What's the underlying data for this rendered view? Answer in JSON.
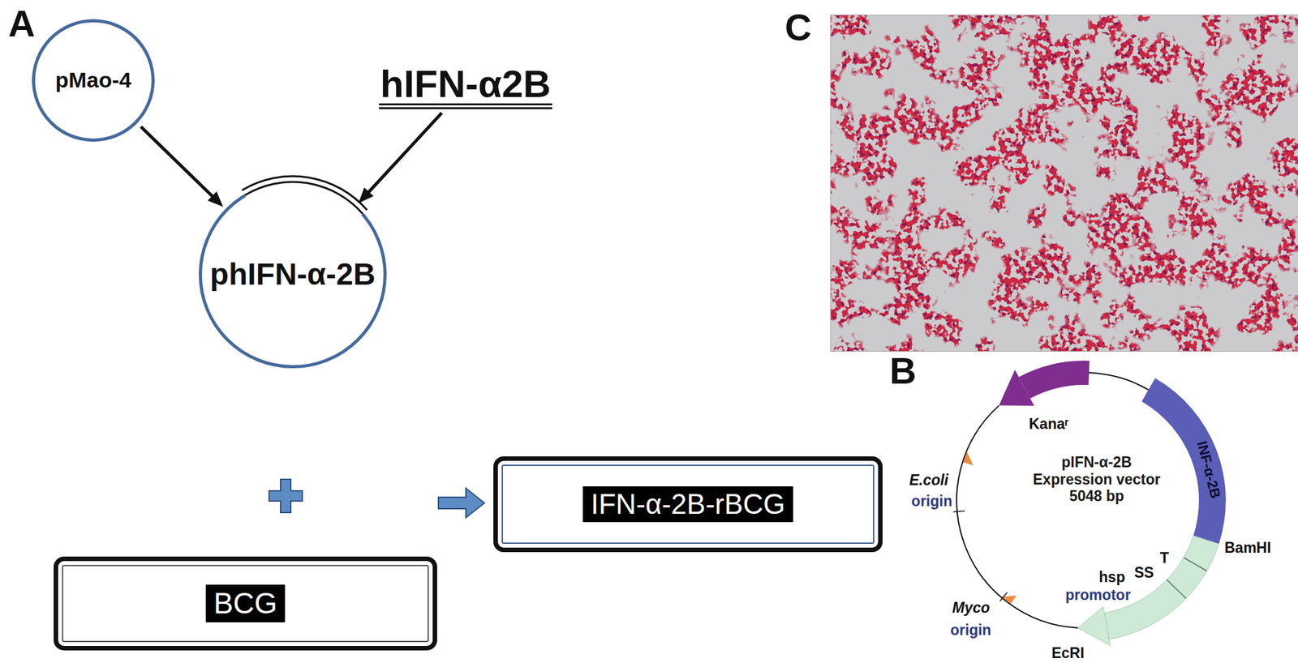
{
  "diagram": {
    "nodes": [
      {
        "text": [
          "pMao-4"
        ]
      },
      {
        "text": [
          "hIFN-α2B"
        ]
      },
      {
        "text": [
          "phIFN-α-2B"
        ]
      },
      {
        "text": [
          "BCG"
        ]
      },
      {
        "text": [
          "IFN-α-2B-rBCG"
        ]
      },
      {
        "text": [
          "pIFN-α-2B",
          "Expression vector 5048 bp"
        ]
      }
    ],
    "edges": [
      {
        "from": 0,
        "to": 2,
        "arrow": "to"
      },
      {
        "from": 1,
        "to": 2,
        "arrow": "to"
      }
    ],
    "labels": [
      "A",
      "C",
      "B",
      "Kanaʳ",
      "INF-α-2B",
      "E.coli",
      "origin",
      "BamHI",
      "T",
      "SS",
      "hsp",
      "promotor",
      "Myco",
      "origin",
      "EcRI"
    ]
  }
}
